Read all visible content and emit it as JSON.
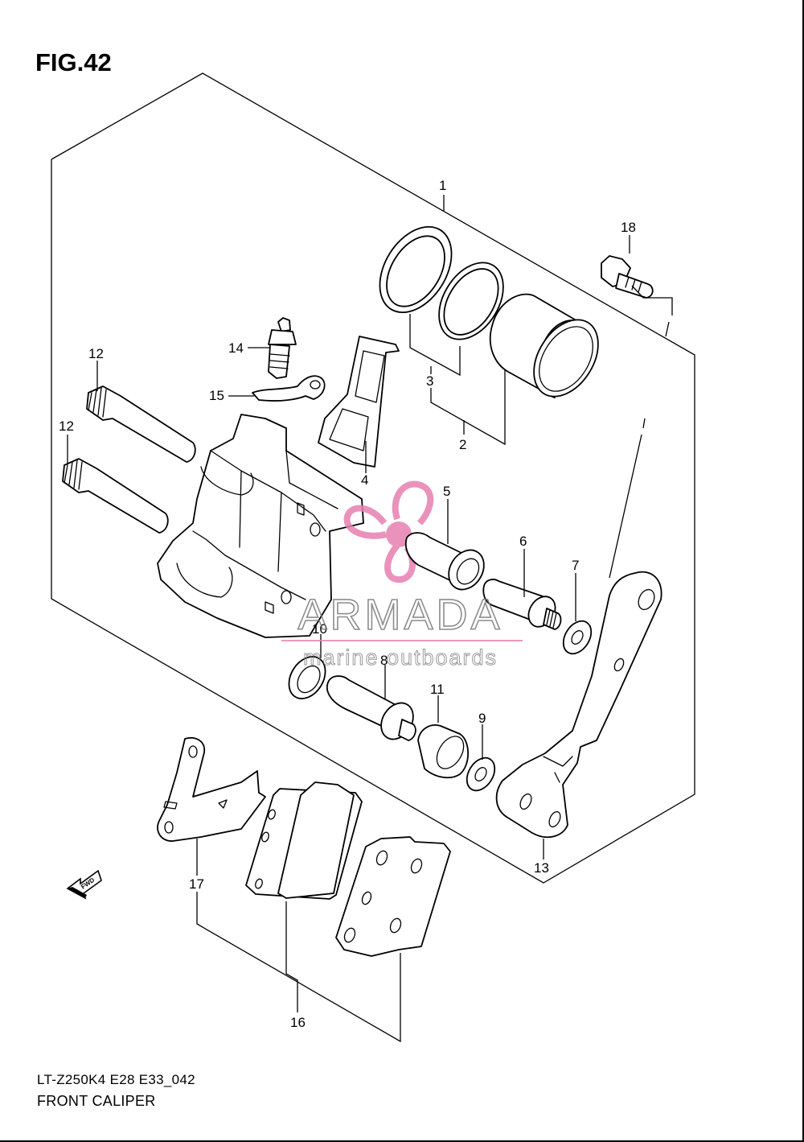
{
  "figure": {
    "title": "FIG.42",
    "code": "LT-Z250K4 E28 E33_042",
    "name": "FRONT CALIPER"
  },
  "watermark": {
    "brand": "ARMADA",
    "tagline": "marine outboards",
    "color": "#e77fb0"
  },
  "direction_label": "FWD",
  "callouts": {
    "p1": "1",
    "p2": "2",
    "p3": "3",
    "p4": "4",
    "p5": "5",
    "p6": "6",
    "p7": "7",
    "p8": "8",
    "p9": "9",
    "p10": "10",
    "p11": "11",
    "p12a": "12",
    "p12b": "12",
    "p13": "13",
    "p14": "14",
    "p15": "15",
    "p16": "16",
    "p17": "17",
    "p18": "18"
  }
}
